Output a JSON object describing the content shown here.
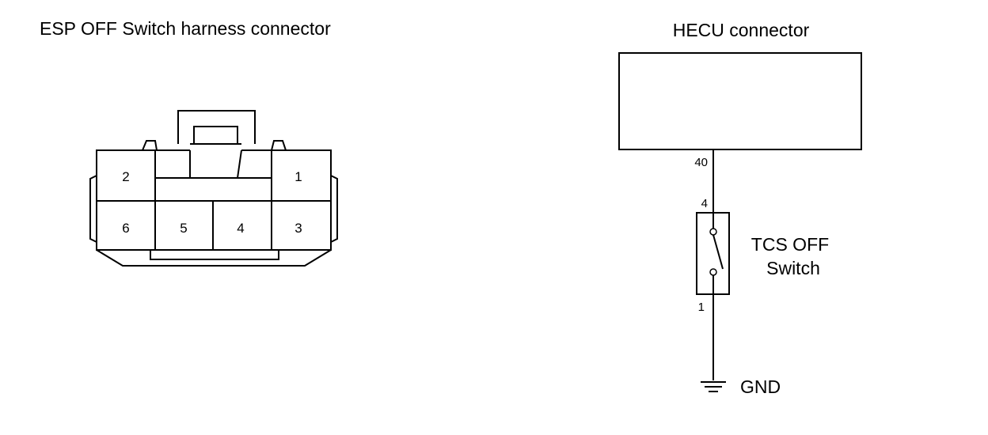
{
  "harness": {
    "title": "ESP OFF Switch harness connector",
    "pins": [
      "1",
      "2",
      "3",
      "4",
      "5",
      "6"
    ]
  },
  "hecu": {
    "title": "HECU connector",
    "pin": "40"
  },
  "switch": {
    "label_line1": "TCS OFF",
    "label_line2": "Switch",
    "pin_top": "4",
    "pin_bottom": "1"
  },
  "ground": {
    "label": "GND"
  }
}
